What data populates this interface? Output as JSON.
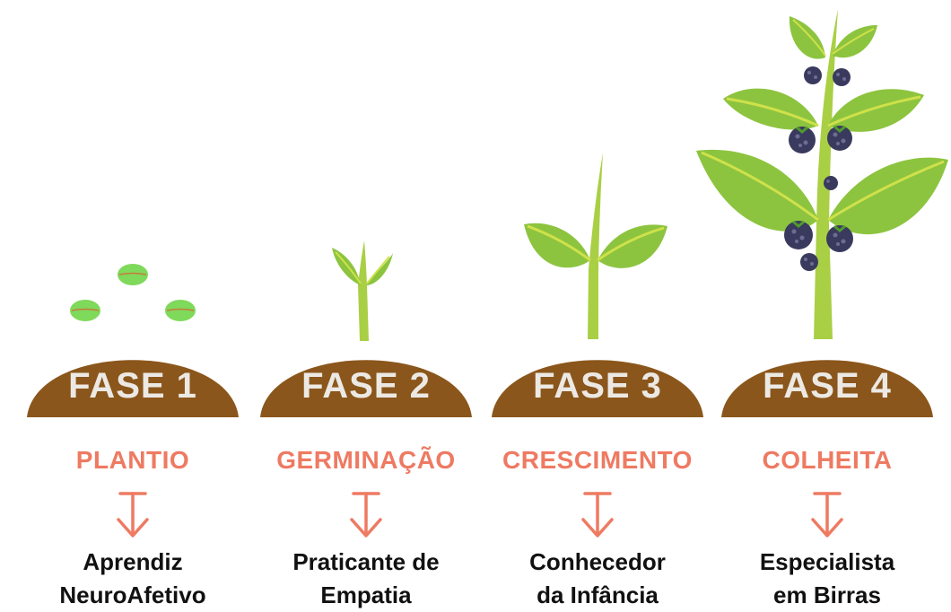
{
  "colors": {
    "soil": "#8b561b",
    "accent": "#ee7a62",
    "leaf": "#8dc43f",
    "leaf_highlight": "#cfe14a",
    "stem": "#a9cf45",
    "seed": "#7fd95a",
    "berry": "#3a3a5e",
    "phase_text": "#ece9e4",
    "outcome_text": "#111111"
  },
  "stages": [
    {
      "phase": "FASE 1",
      "name": "PLANTIO",
      "outcome_line1": "Aprendiz",
      "outcome_line2": "NeuroAfetivo",
      "plant_icon": "seeds-icon",
      "arrow_icon": "arrow-down-icon"
    },
    {
      "phase": "FASE 2",
      "name": "GERMINAÇÃO",
      "outcome_line1": "Praticante de",
      "outcome_line2": "Empatia",
      "plant_icon": "sprout-icon",
      "arrow_icon": "arrow-down-icon"
    },
    {
      "phase": "FASE 3",
      "name": "CRESCIMENTO",
      "outcome_line1": "Conhecedor",
      "outcome_line2": "da Infância",
      "plant_icon": "young-plant-icon",
      "arrow_icon": "arrow-down-icon"
    },
    {
      "phase": "FASE 4",
      "name": "COLHEITA",
      "outcome_line1": "Especialista",
      "outcome_line2": "em Birras",
      "plant_icon": "berry-plant-icon",
      "arrow_icon": "arrow-down-icon"
    }
  ]
}
